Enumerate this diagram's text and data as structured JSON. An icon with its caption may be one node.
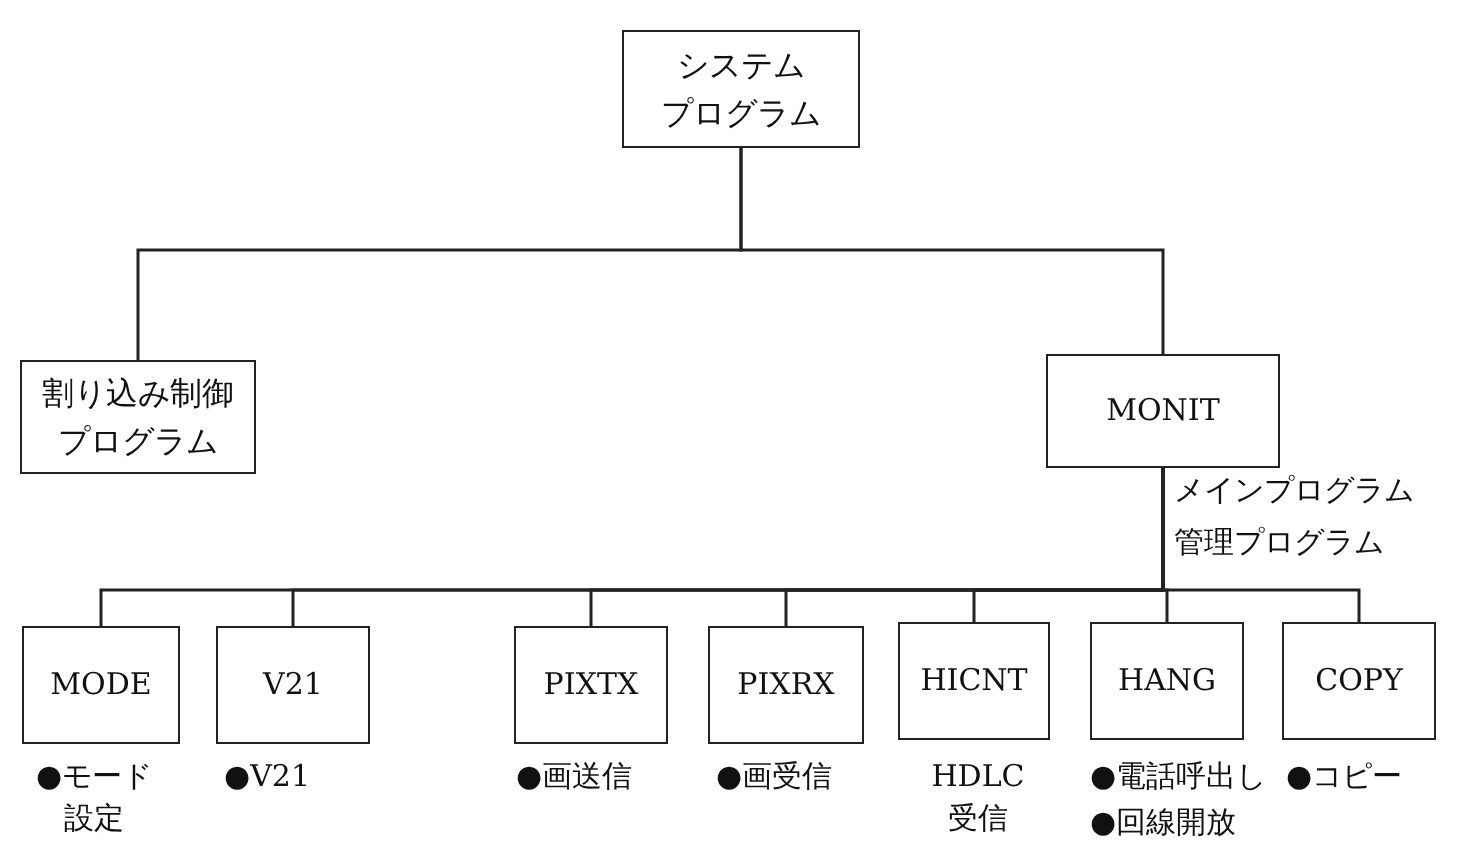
{
  "diagram": {
    "nodes": [
      {
        "text": [
          "システムプログラム"
        ]
      },
      {
        "text": [
          "割り込み制御プログラム"
        ]
      },
      {
        "text": [
          "MONIT"
        ],
        "beside": [
          "メインプログラム",
          "管理プログラム"
        ]
      },
      {
        "text": [
          "MODE"
        ],
        "beside": [
          "●モード設定"
        ]
      },
      {
        "text": [
          "V21"
        ],
        "beside": [
          "●V21"
        ]
      },
      {
        "text": [
          "PIXTX"
        ],
        "beside": [
          "●画送信"
        ]
      },
      {
        "text": [
          "PIXRX"
        ],
        "beside": [
          "●画受信"
        ]
      },
      {
        "text": [
          "HICNT"
        ],
        "beside": [
          "HDLC受信"
        ]
      },
      {
        "text": [
          "HANG"
        ],
        "beside": [
          "●電話呼出し",
          "●回線開放"
        ]
      },
      {
        "text": [
          "COPY"
        ],
        "beside": [
          "●コピー"
        ]
      }
    ],
    "edges": [
      {
        "from": 0,
        "to": 1,
        "arrow": "none"
      },
      {
        "from": 0,
        "to": 2,
        "arrow": "none"
      },
      {
        "from": 2,
        "to": 3,
        "arrow": "none"
      },
      {
        "from": 2,
        "to": 4,
        "arrow": "none"
      },
      {
        "from": 2,
        "to": 5,
        "arrow": "none"
      },
      {
        "from": 2,
        "to": 6,
        "arrow": "none"
      },
      {
        "from": 2,
        "to": 7,
        "arrow": "none"
      },
      {
        "from": 2,
        "to": 8,
        "arrow": "none"
      },
      {
        "from": 2,
        "to": 9,
        "arrow": "none"
      }
    ]
  }
}
